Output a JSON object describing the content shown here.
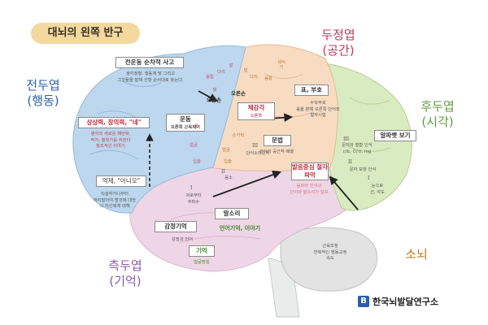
{
  "title": "대뇌의 왼쪽 반구",
  "lobes": {
    "frontal": [
      "전두엽",
      "(행동)"
    ],
    "parietal": [
      "두정엽",
      "(공간)"
    ],
    "occipital": [
      "후두엽",
      "(시각)"
    ],
    "temporal": [
      "측두엽",
      "(기억)"
    ],
    "cerebellum": "소뇌"
  },
  "boxes": {
    "seq_thought": "전운동 순차적 사고",
    "imagination": "상상력, 창의력, \"네\"",
    "inhibition": "억제, \"아니오\"",
    "motor": "운동",
    "sensation": "체감각",
    "table_symbol": "표, 부호",
    "grammar": "문법",
    "alphabet": "알파벳 보기",
    "phoneme": "발음중심 철자파악",
    "emotion_memory": "감정기억",
    "speech": "말소리",
    "language_memory": "언어기억, 이야기",
    "memory": "기억"
  },
  "notes": {
    "seq_thought_desc": [
      "생각정형, 행동계 맞 그리고",
      "그것들을 말해 선형 순서대로 놓는다."
    ],
    "right_hand_1": "오른손",
    "imagination_desc": [
      "생각과 새로운 패턴화,",
      "작가, 철학가를 위한다",
      "창조적인 이야기"
    ],
    "motor_desc": "오른쪽 근육제어",
    "sensation_desc": "오른쪽",
    "right_hand_2": "오른손",
    "table_symbol_desc": [
      "수학부호",
      "음을 분해 오른쪽 단어와",
      "철자시험"
    ],
    "inhibition_desc": [
      "직설하거나부터",
      "하지말아야 할것에 대한",
      "너 자신에게 대해"
    ],
    "grammar_desc": "언어의 공간적 배열",
    "phonics_word": "단어소리인지",
    "phoneme_desc": [
      "음파와 인식과",
      "단어와 말소리가 일치"
    ],
    "vision_desc": [
      "문자와 철합 인식",
      "c/b, ㅁ/ㅂ, ing"
    ],
    "visual_shape": "문자 모양 인식",
    "visual_perception": [
      "눈으로",
      "선, 각도"
    ],
    "ear_sound": [
      "귀로부터",
      "주파수"
    ],
    "sound": "음소",
    "emotion_language": "감정과 언어",
    "memory_desc": "얼굴명칭",
    "cerebellum_desc": [
      "근육조정",
      "반복적인 행동교정",
      "속도"
    ]
  },
  "verticals": {
    "foot": "발",
    "leg": "다리",
    "trunk": "몸통",
    "arm": "팔",
    "hand": "손",
    "face": "얼굴",
    "mouth": "입술",
    "pfoot": "발",
    "pleg": "다리",
    "ptrunk": "몸통",
    "pgenital": "생식기",
    "pfinger": "손가락",
    "pface": "얼굴",
    "plip": "입술"
  },
  "romans": {
    "r1": "I",
    "r2": "II",
    "r3": "III",
    "r4": "I",
    "r5": "II",
    "r6": "III",
    "r7": "I",
    "r8": "II",
    "r9": "III"
  },
  "logo": {
    "mark": "B",
    "text": "한국뇌발달연구소"
  },
  "colors": {
    "frontal": "#bcd7ee",
    "parietal": "#f8dcc2",
    "occipital": "#d9ebc0",
    "temporal": "#efd6e6",
    "cerebellum": "#e3e3e3",
    "stem": "#e9ecea",
    "title_pill": "#f3d9a0"
  }
}
